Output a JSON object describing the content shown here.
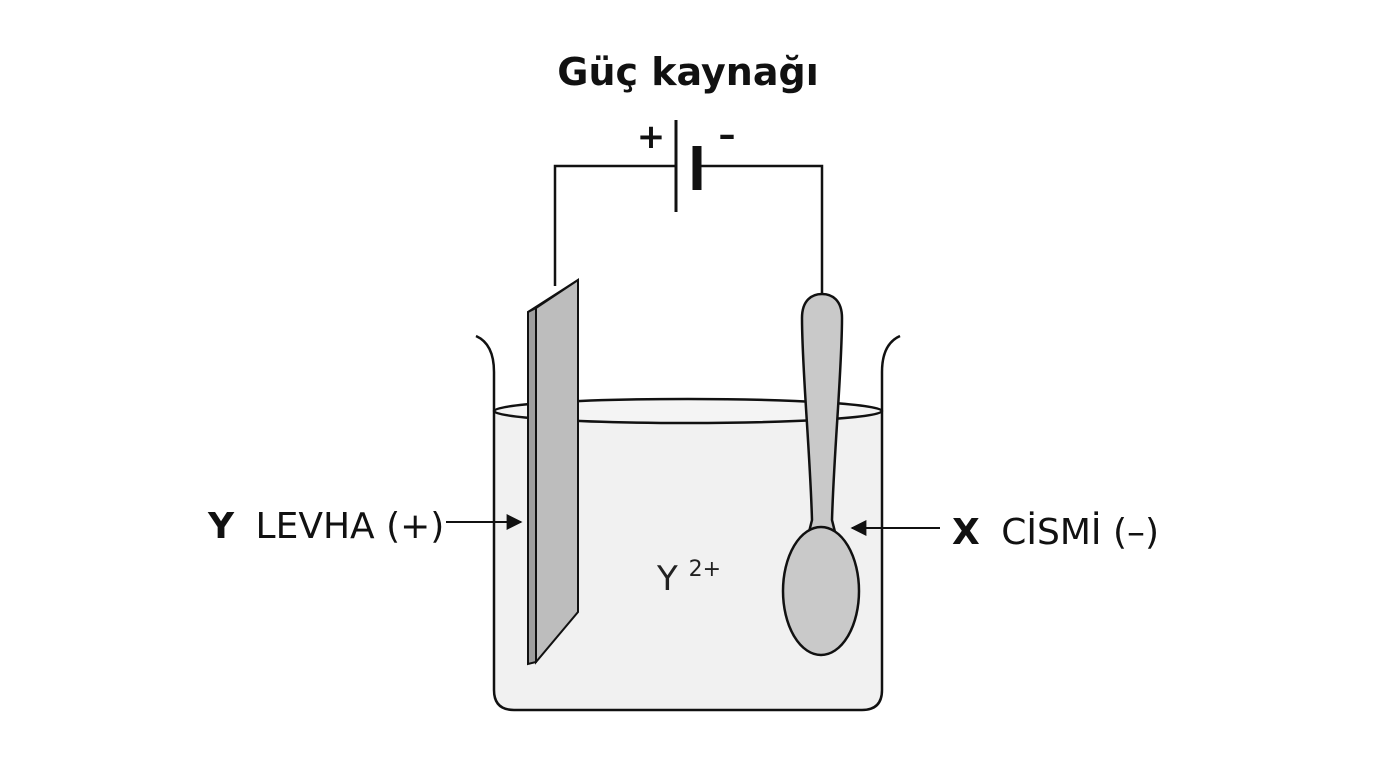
{
  "diagram": {
    "title": "Güç kaynağı",
    "battery": {
      "positive_sign": "+",
      "negative_sign": "–"
    },
    "left_label": {
      "letter": "Y",
      "text": "LEVHA (+)"
    },
    "right_label": {
      "letter": "X",
      "text": "CİSMİ (–)"
    },
    "solution_ion": {
      "symbol": "Y",
      "charge": "2+"
    },
    "icons": {
      "plate": "metal-plate",
      "spoon": "spoon",
      "beaker": "beaker",
      "battery": "battery-cell",
      "arrow": "arrow-right"
    },
    "colors": {
      "stroke": "#111111",
      "plate_fill": "#bdbdbd",
      "spoon_fill": "#c9c9c9",
      "liquid_fill": "#f1f1f1"
    }
  }
}
